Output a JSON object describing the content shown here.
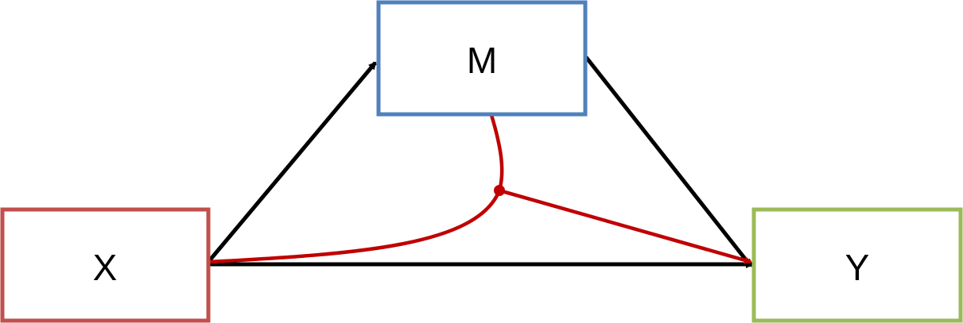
{
  "nodes": {
    "x": {
      "label": "X",
      "border_color": "#c0504d"
    },
    "m": {
      "label": "M",
      "border_color": "#4f81bd"
    },
    "y": {
      "label": "Y",
      "border_color": "#9bbb59"
    }
  },
  "colors": {
    "path_arrow": "#000000",
    "moderation": "#c00000",
    "background": "#ffffff"
  }
}
